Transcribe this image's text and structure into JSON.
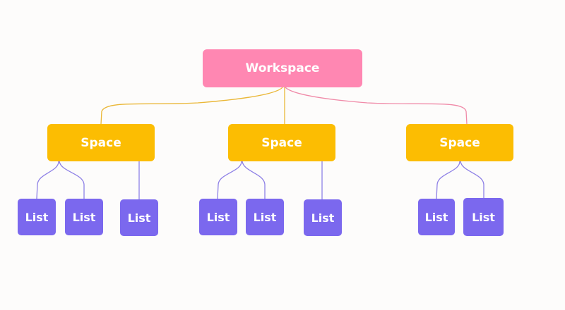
{
  "colors": {
    "background": "#fdfcfb",
    "workspace": "#ff87b2",
    "space": "#fcbd02",
    "list": "#7b68ee",
    "line_workspace": "#f08aa8",
    "line_space": "#eab737",
    "line_list": "#8e80e6"
  },
  "workspace": {
    "label": "Workspace"
  },
  "spaces": [
    {
      "label": "Space",
      "lists": [
        "List",
        "List",
        "List"
      ]
    },
    {
      "label": "Space",
      "lists": [
        "List",
        "List",
        "List"
      ]
    },
    {
      "label": "Space",
      "lists": [
        "List",
        "List"
      ]
    }
  ]
}
